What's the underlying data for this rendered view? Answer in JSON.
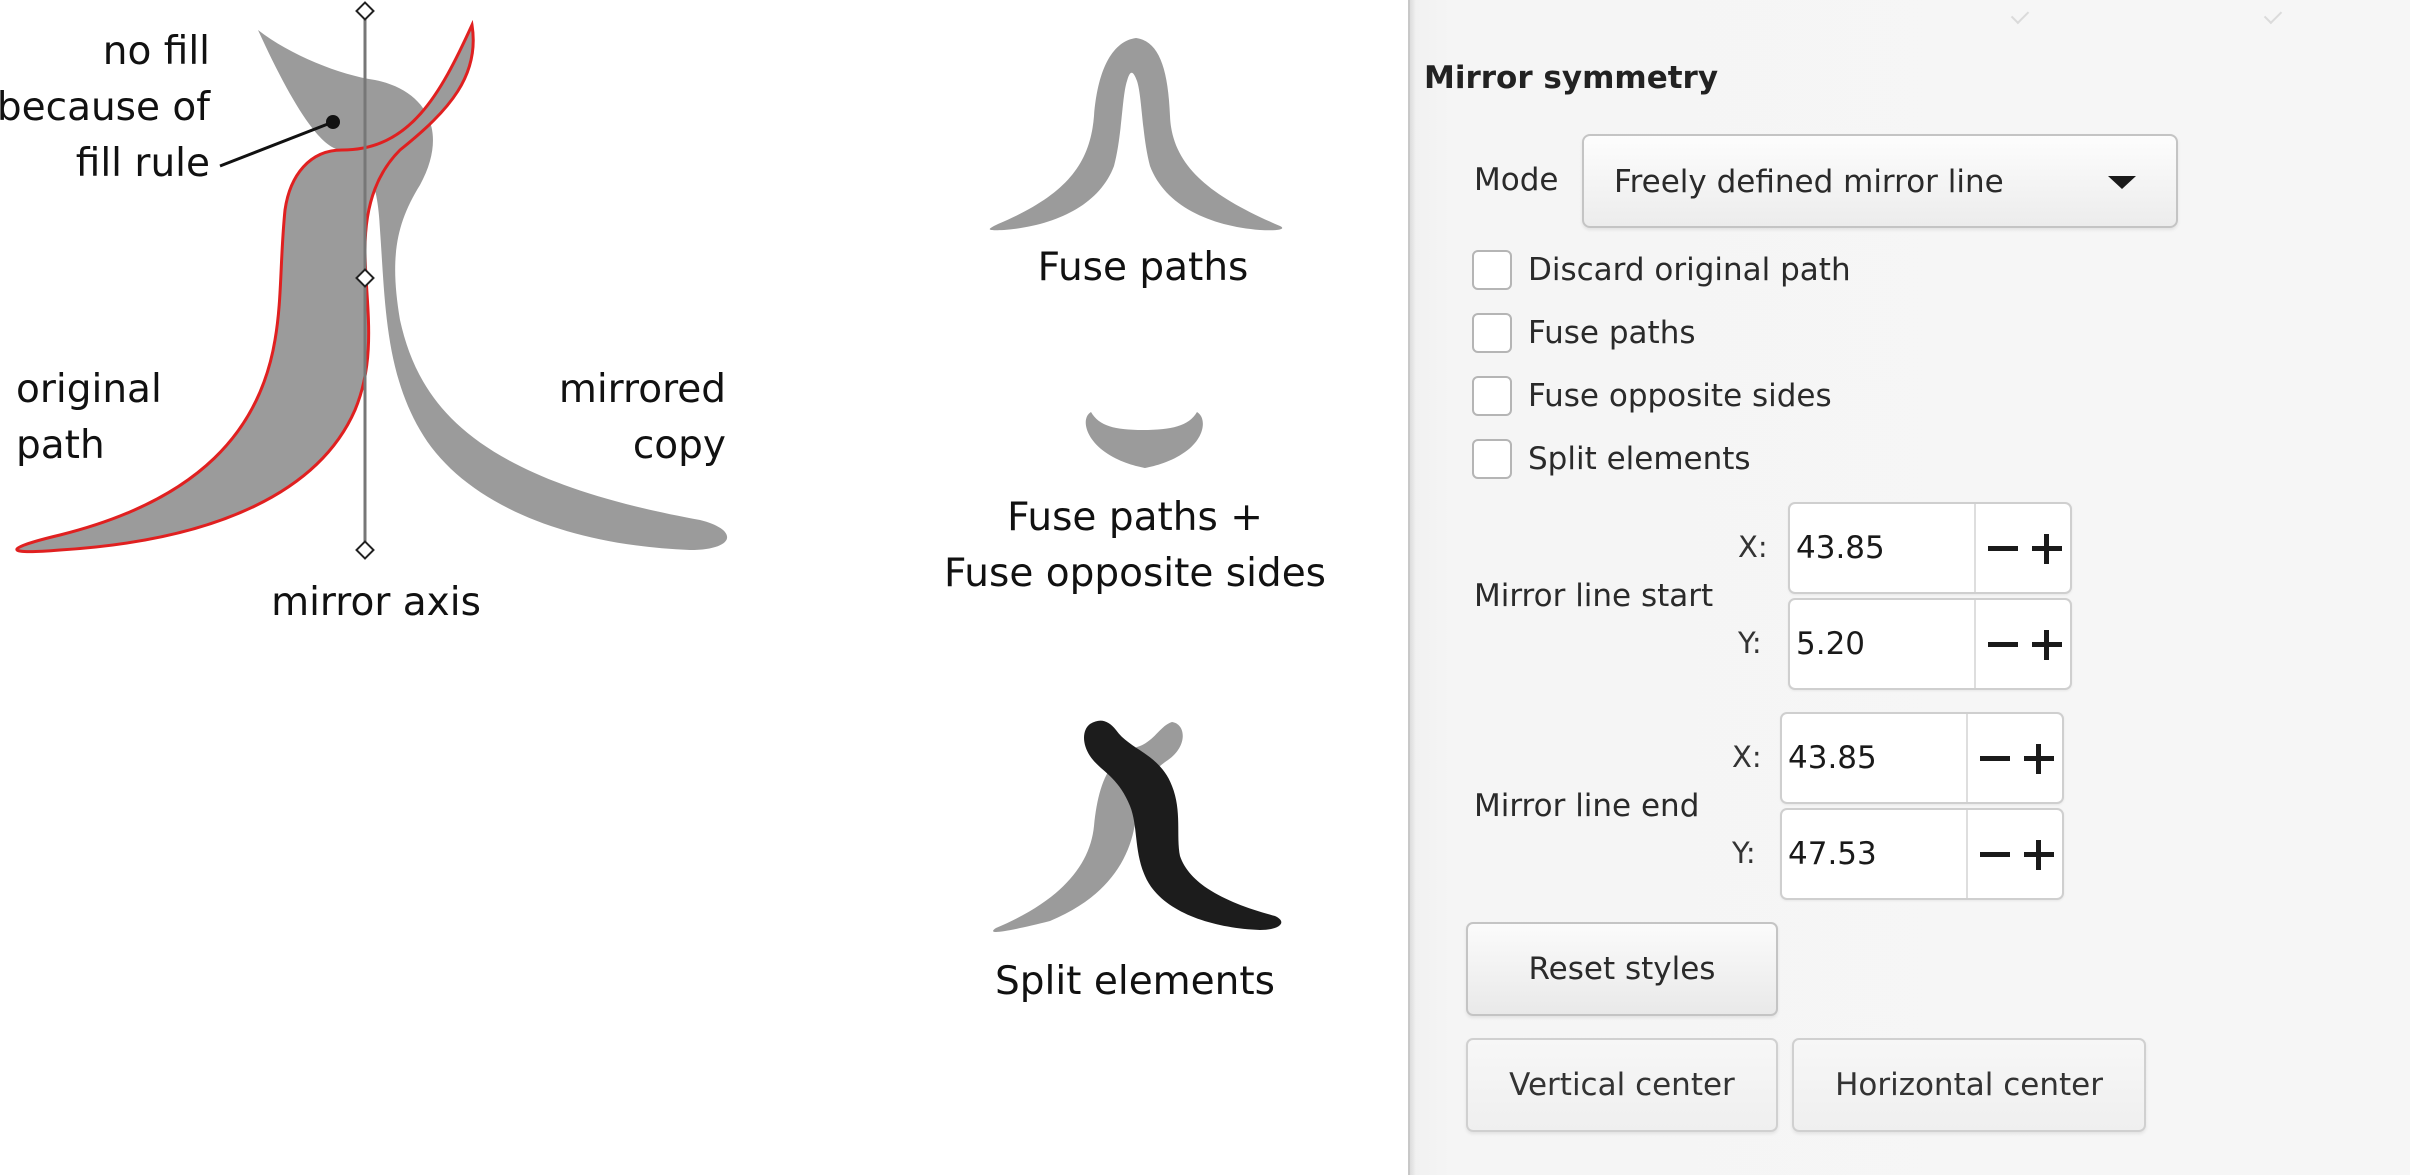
{
  "illustration": {
    "label_no_fill": [
      "no fill",
      "because of",
      "fill rule"
    ],
    "label_original": [
      "original",
      "path"
    ],
    "label_mirrored": [
      "mirrored",
      "copy"
    ],
    "label_axis": "mirror axis",
    "caption_fuse": "Fuse paths",
    "caption_fuse_opposite": [
      "Fuse paths +",
      "Fuse opposite sides"
    ],
    "caption_split": "Split elements",
    "colors": {
      "shape": "#9b9b9b",
      "outline": "#e02020",
      "split_dark": "#1c1c1c"
    }
  },
  "panel": {
    "title": "Mirror symmetry",
    "mode_label": "Mode",
    "mode_value": "Freely defined mirror line",
    "checkboxes": [
      {
        "label": "Discard original path",
        "checked": false
      },
      {
        "label": "Fuse paths",
        "checked": false
      },
      {
        "label": "Fuse opposite sides",
        "checked": false
      },
      {
        "label": "Split elements",
        "checked": false
      }
    ],
    "start": {
      "label": "Mirror line start",
      "x_label": "X:",
      "x": "43.85",
      "y_label": "Y:",
      "y": "5.20"
    },
    "end": {
      "label": "Mirror line end",
      "x_label": "X:",
      "x": "43.85",
      "y_label": "Y:",
      "y": "47.53"
    },
    "reset_button": "Reset styles",
    "vertical_button": "Vertical center",
    "horizontal_button": "Horizontal center"
  }
}
